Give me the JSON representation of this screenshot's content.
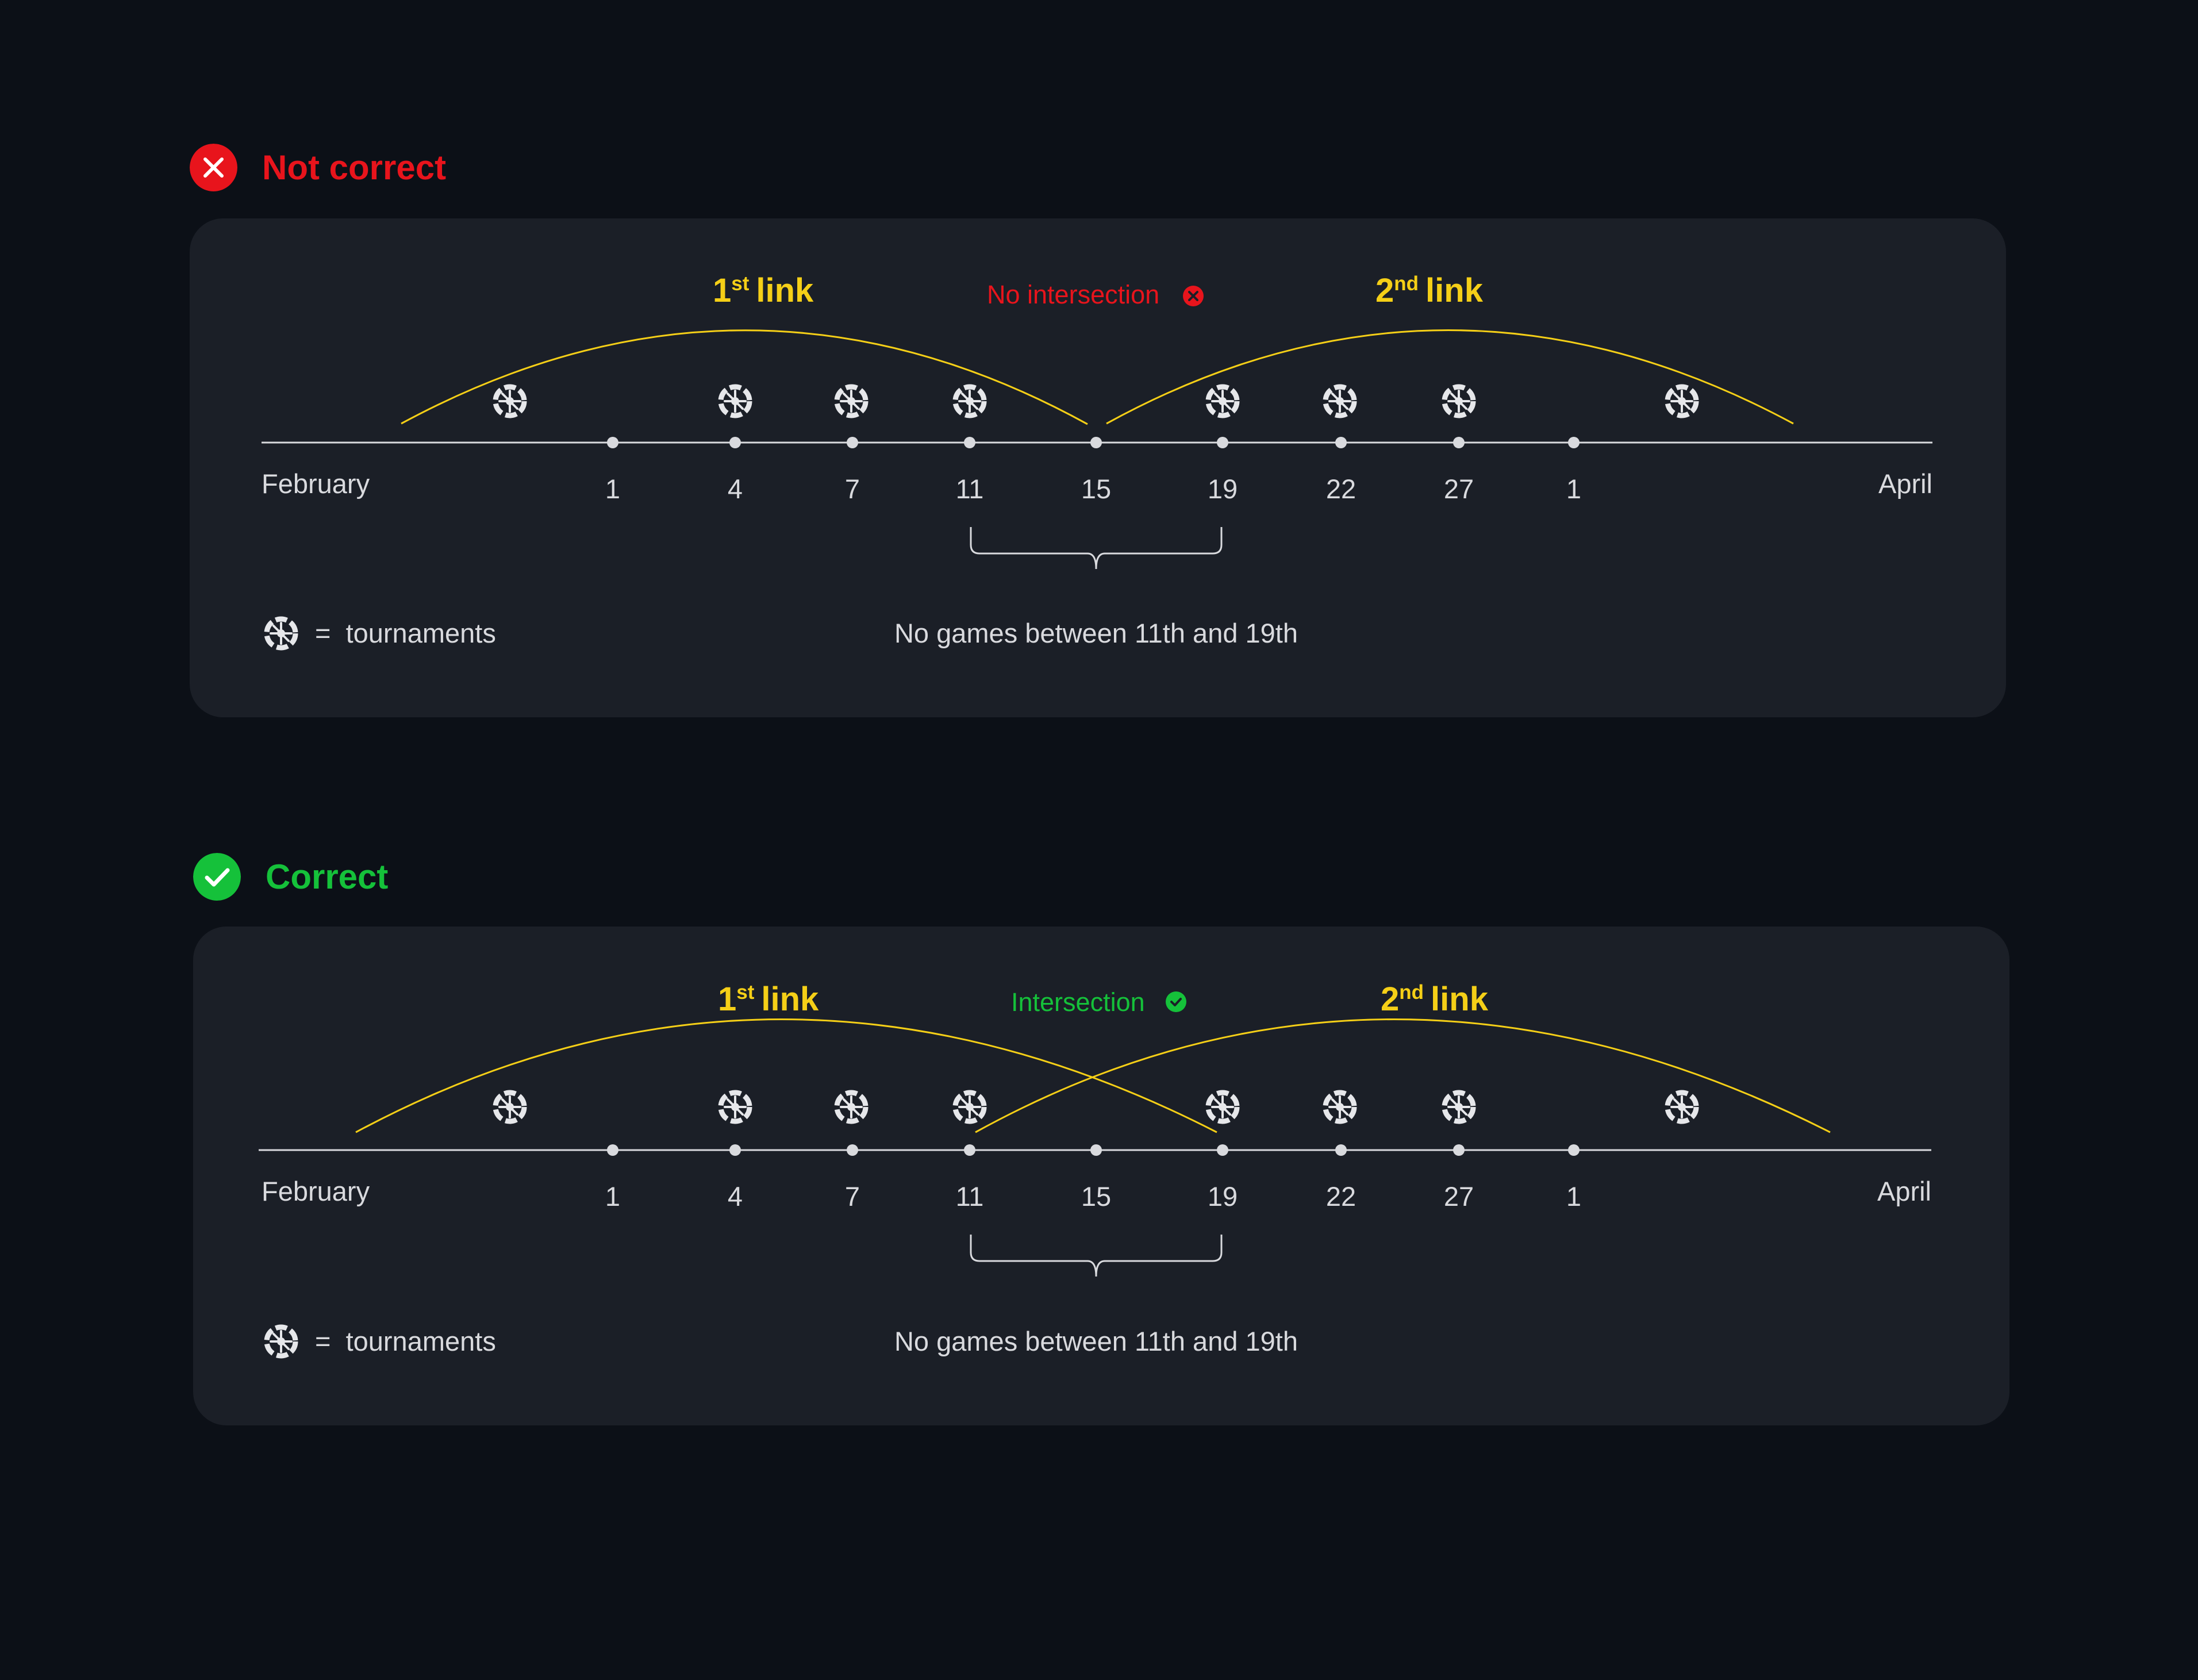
{
  "colors": {
    "background": "#0c1017",
    "panel": "#1b1f27",
    "link": "#f5cf17",
    "error": "#e8141c",
    "success": "#15c13a",
    "text": "#d9dade",
    "axis": "#d9dade"
  },
  "sections": [
    {
      "status": "error",
      "status_icon": "close-icon",
      "title": "Not correct",
      "intersection": {
        "label": "No intersection",
        "icon": "close-icon",
        "status": "error"
      },
      "links": [
        {
          "number": "1",
          "suffix": "st",
          "word": "link"
        },
        {
          "number": "2",
          "suffix": "nd",
          "word": "link"
        }
      ],
      "timeline": {
        "start_label": "February",
        "end_label": "April",
        "ticks": [
          "1",
          "4",
          "7",
          "11",
          "15",
          "19",
          "22",
          "27",
          "1"
        ],
        "tournament_icon": "tournament-wheel-icon"
      },
      "legend": {
        "icon": "tournament-wheel-icon",
        "text": "=  tournaments"
      },
      "caption": "No games between 11th and 19th"
    },
    {
      "status": "success",
      "status_icon": "check-icon",
      "title": "Correct",
      "intersection": {
        "label": "Intersection",
        "icon": "check-icon",
        "status": "success"
      },
      "links": [
        {
          "number": "1",
          "suffix": "st",
          "word": "link"
        },
        {
          "number": "2",
          "suffix": "nd",
          "word": "link"
        }
      ],
      "timeline": {
        "start_label": "February",
        "end_label": "April",
        "ticks": [
          "1",
          "4",
          "7",
          "11",
          "15",
          "19",
          "22",
          "27",
          "1"
        ],
        "tournament_icon": "tournament-wheel-icon"
      },
      "legend": {
        "icon": "tournament-wheel-icon",
        "text": "=  tournaments"
      },
      "caption": "No games between 11th and 19th"
    }
  ]
}
